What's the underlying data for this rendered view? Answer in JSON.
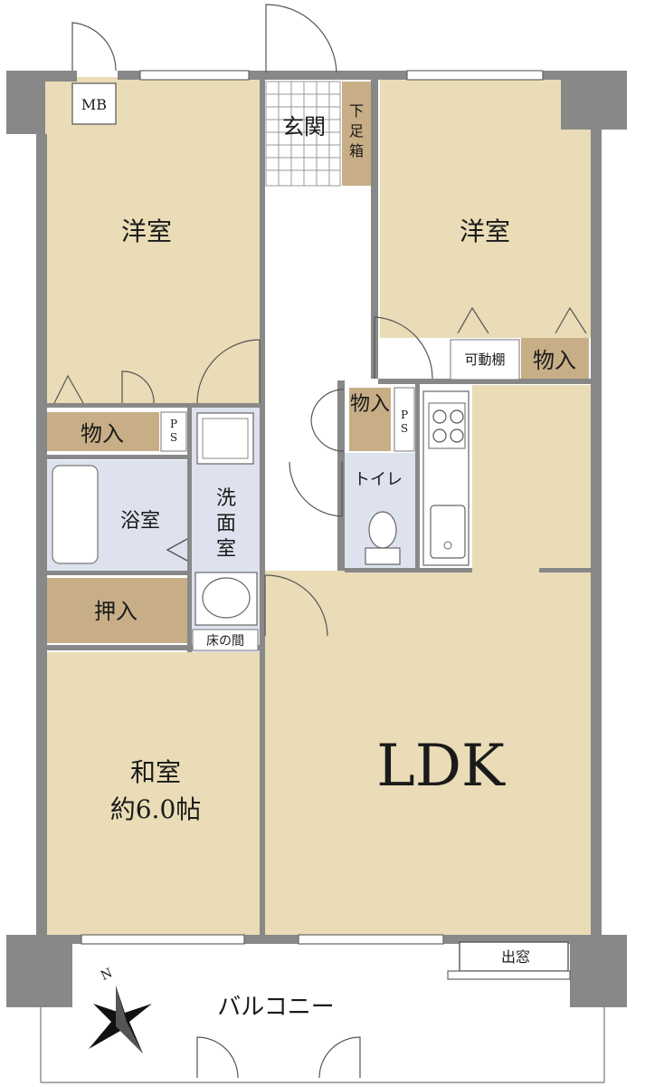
{
  "colors": {
    "room": "#e9dcb6",
    "wet_area": "#dde2ee",
    "storage": "#c7ae87",
    "wall": "#888888",
    "background": "#ffffff"
  },
  "labels": {
    "mb": "MB",
    "genkan": "玄関",
    "shoe_box": "下\n足\n箱",
    "western_room_1": "洋室",
    "western_room_2": "洋室",
    "storage_1": "物入",
    "storage_2": "物入",
    "storage_3": "物入",
    "movable_shelf": "可動棚",
    "ps_1": "P\nS",
    "ps_2": "P\nS",
    "bathroom": "浴室",
    "washroom": "洗\n面\n室",
    "toilet": "トイレ",
    "closet": "押入",
    "alcove": "床の間",
    "japanese_room_line1": "和室",
    "japanese_room_line2": "約6.0帖",
    "ldk": "LDK",
    "bay_window": "出窓",
    "balcony": "バルコニー",
    "north": "N"
  }
}
